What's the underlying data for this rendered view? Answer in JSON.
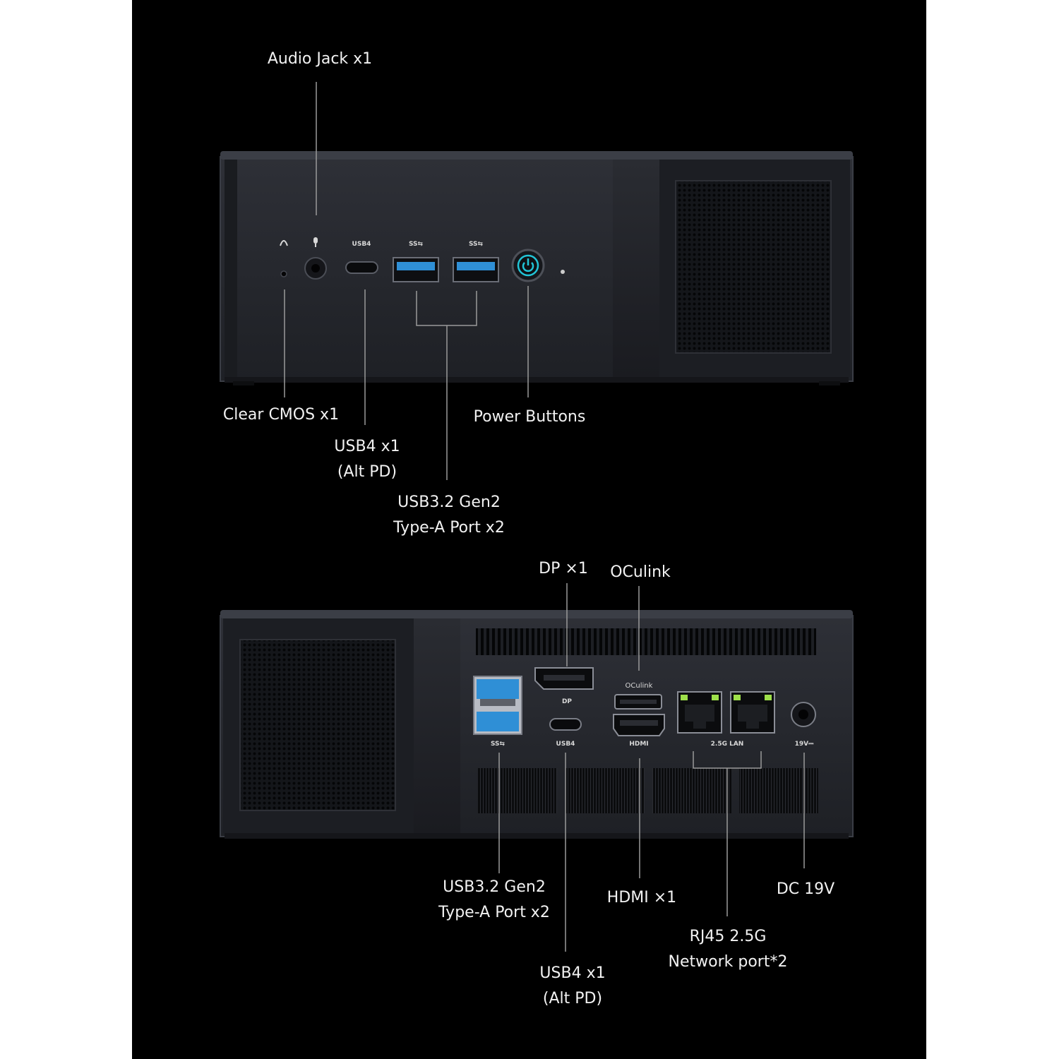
{
  "colors": {
    "background": "#000000",
    "body": "#23252b",
    "body_edge": "#3a3d45",
    "usb_blue": "#2f8fd6",
    "power_ring": "#22c4d6",
    "lan_led": "#9ee04a",
    "label_text": "#f2f2f2",
    "leader_line": "#9a9a9a"
  },
  "front": {
    "device_markings": {
      "usb4": "USB4",
      "ss_a": "SS⇆",
      "ss_b": "SS⇆"
    },
    "icons": [
      "headphone-icon",
      "microphone-icon",
      "power-icon"
    ],
    "labels": {
      "audio_jack": "Audio Jack x1",
      "clear_cmos": "Clear CMOS x1",
      "power_buttons": "Power Buttons",
      "usb4_line1": "USB4 x1",
      "usb4_line2": "(Alt PD)",
      "usb32_line1": "USB3.2 Gen2",
      "usb32_line2": "Type-A Port x2"
    }
  },
  "rear": {
    "device_markings": {
      "dp": "DP",
      "oculink": "OCulink",
      "usb4": "USB4",
      "ss": "SS⇆",
      "hdmi": "HDMI",
      "lan": "2.5G LAN",
      "dc": "19V⎓"
    },
    "labels": {
      "dp": "DP ×1",
      "oculink": "OCulink",
      "usb32_line1": "USB3.2 Gen2",
      "usb32_line2": "Type-A Port x2",
      "hdmi": "HDMI ×1",
      "dc": "DC 19V",
      "rj45_line1": "RJ45 2.5G",
      "rj45_line2": "Network port*2",
      "usb4_line1": "USB4 x1",
      "usb4_line2": "(Alt PD)"
    }
  }
}
